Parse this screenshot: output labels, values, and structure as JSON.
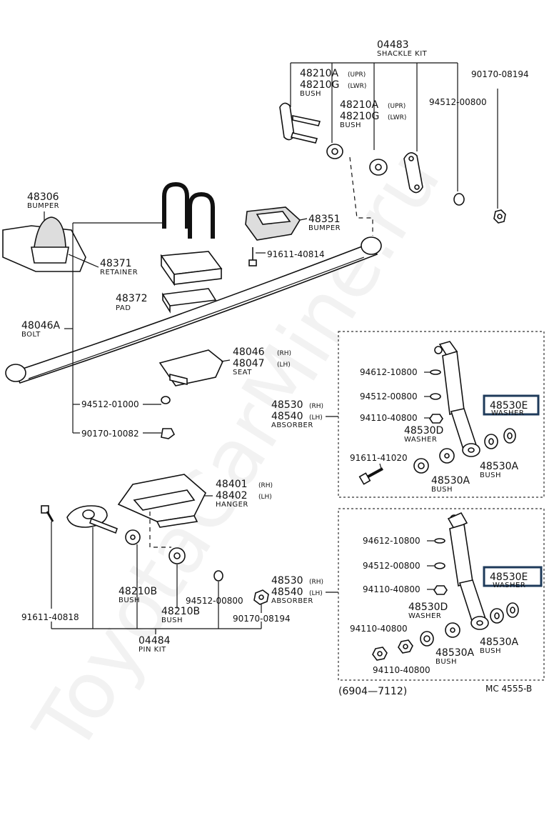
{
  "watermark": "ToyotaCarMine.ru",
  "footer": {
    "range": "(6904—7112)",
    "code": "MC 4555-B"
  },
  "shackle": {
    "kit_no": "04483",
    "kit_name": "SHACKLE KIT",
    "bush_a_no": "48210A",
    "bush_a_tag": "(UPR)",
    "bush_g_no": "48210G",
    "bush_g_tag": "(LWR)",
    "bush_name": "BUSH",
    "bush2_a_no": "48210A",
    "bush2_a_tag": "(UPR)",
    "bush2_g_no": "48210G",
    "bush2_g_tag": "(LWR)",
    "bush2_name": "BUSH",
    "nut1": "94512-00800",
    "nut2": "90170-08194"
  },
  "spring": {
    "bumper_no": "48306",
    "bumper_name": "BUMPER",
    "retainer_no": "48371",
    "retainer_name": "RETAINER",
    "pad_no": "48372",
    "pad_name": "PAD",
    "bolt_no": "48046A",
    "bolt_name": "BOLT",
    "bumper2_no": "48351",
    "bumper2_name": "BUMPER",
    "bolt2": "91611-40814",
    "seat_rh_no": "48046",
    "seat_rh_tag": "(RH)",
    "seat_lh_no": "48047",
    "seat_lh_tag": "(LH)",
    "seat_name": "SEAT",
    "nut_a": "94512-01000",
    "nut_b": "90170-10082"
  },
  "absorber_top": {
    "rh_no": "48530",
    "rh_tag": "(RH)",
    "lh_no": "48540",
    "lh_tag": "(LH)",
    "name": "ABSORBER",
    "p1": "94612-10800",
    "p2": "94512-00800",
    "p3": "94110-40800",
    "washer_d_no": "48530D",
    "washer_d_name": "WASHER",
    "washer_e_no": "48530E",
    "washer_e_name": "WASHER",
    "bolt": "91611-41020",
    "bush_a1_no": "48530A",
    "bush_a1_name": "BUSH",
    "bush_a2_no": "48530A",
    "bush_a2_name": "BUSH"
  },
  "hanger": {
    "rh_no": "48401",
    "rh_tag": "(RH)",
    "lh_no": "48402",
    "lh_tag": "(LH)",
    "name": "HANGER",
    "bush1_no": "48210B",
    "bush1_name": "BUSH",
    "bush2_no": "48210B",
    "bush2_name": "BUSH",
    "nut1": "94512-00800",
    "nut2": "90170-08194",
    "bolt": "91611-40818",
    "kit_no": "04484",
    "kit_name": "PIN KIT"
  },
  "absorber_bottom": {
    "rh_no": "48530",
    "rh_tag": "(RH)",
    "lh_no": "48540",
    "lh_tag": "(LH)",
    "name": "ABSORBER",
    "p1": "94612-10800",
    "p2": "94512-00800",
    "p3": "94110-40800",
    "washer_d_no": "48530D",
    "washer_d_name": "WASHER",
    "washer_e_no": "48530E",
    "washer_e_name": "WASHER",
    "nut_a": "94110-40800",
    "nut_b": "94110-40800",
    "bush_a1_no": "48530A",
    "bush_a1_name": "BUSH",
    "bush_a2_no": "48530A",
    "bush_a2_name": "BUSH"
  }
}
